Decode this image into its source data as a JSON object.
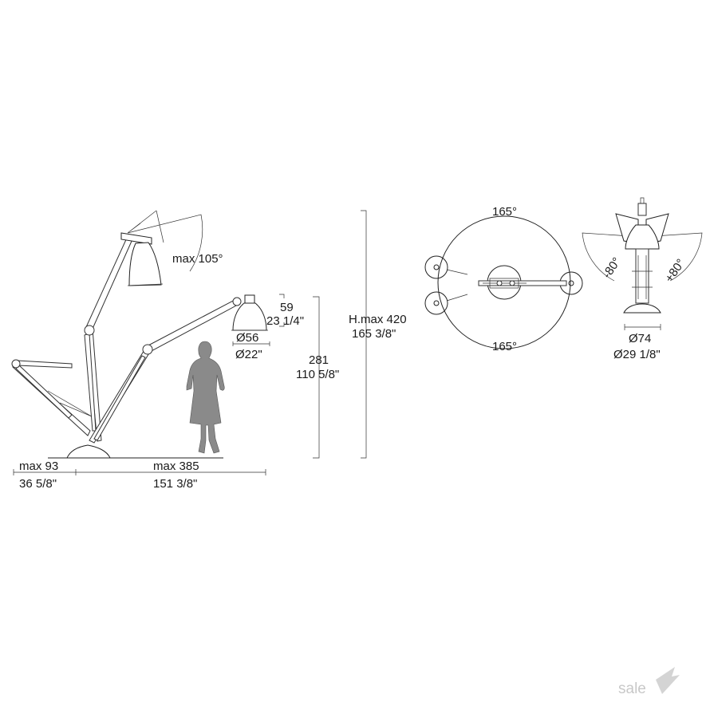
{
  "side_view": {
    "tilt_angle": "max 105°",
    "shade_height_cm": "59",
    "shade_height_in": "23 1/4\"",
    "shade_diameter_cm": "Ø56",
    "shade_diameter_in": "Ø22\"",
    "height_cm": "281",
    "height_in": "110 5/8\"",
    "back_reach_cm": "max 93",
    "back_reach_in": "36 5/8\"",
    "front_reach_cm": "max 385",
    "front_reach_in": "151 3/8\""
  },
  "max_height": {
    "label_cm": "H.max 420",
    "label_in": "165 3/8\""
  },
  "top_view": {
    "rotation_top": "165°",
    "rotation_bottom": "165°"
  },
  "front_view": {
    "tilt_left": "-80°",
    "tilt_right": "+80°",
    "base_diameter_cm": "Ø74",
    "base_diameter_in": "Ø29 1/8\""
  },
  "watermark": "sale"
}
